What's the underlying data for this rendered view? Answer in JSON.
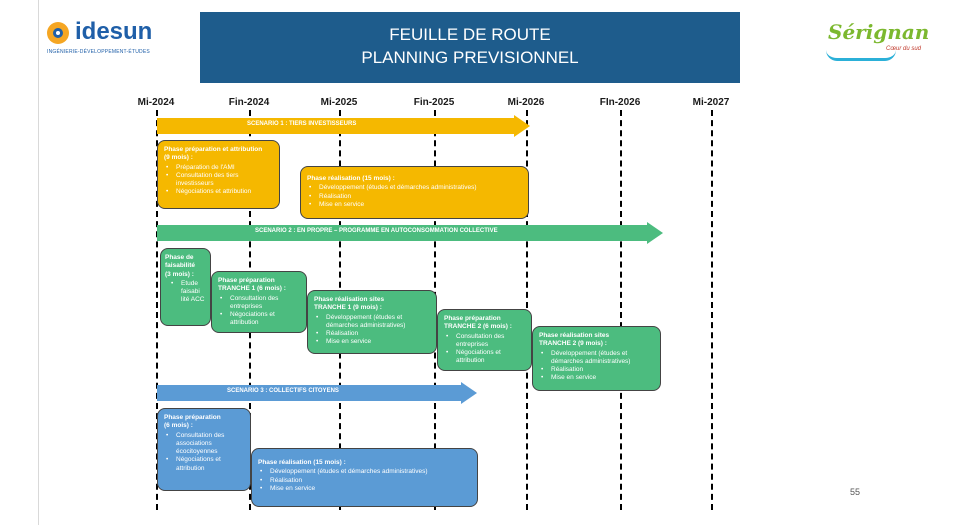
{
  "header": {
    "title_line1": "FEUILLE DE ROUTE",
    "title_line2": "PLANNING PREVISIONNEL",
    "logo_left": {
      "name": "idesun",
      "tagline": "INGÉNIERIE-DÉVELOPPEMENT-ÉTUDES"
    },
    "logo_right": {
      "name": "Sérignan",
      "tagline": "Cœur du sud"
    }
  },
  "timeline": {
    "columns": [
      "Mi-2024",
      "Fin-2024",
      "Mi-2025",
      "Fin-2025",
      "Mi-2026",
      "FIn-2026",
      "Mi-2027"
    ]
  },
  "scenarios": [
    {
      "label": "SCENARIO 1 : TIERS INVESTISSEURS",
      "color": "#f5b800"
    },
    {
      "label": "SCENARIO 2 : EN PROPRE – PROGRAMME EN AUTOCONSOMMATION COLLECTIVE",
      "color": "#4cbc7f"
    },
    {
      "label": "SCENARIO 3 : COLLECTIFS CITOYENS",
      "color": "#5b9bd5"
    }
  ],
  "phases": {
    "s1_prep": {
      "title": "Phase  préparation  et attribution\n(9 mois) :",
      "items": [
        "Préparation de l'AMI",
        "Consultation des tiers investisseurs",
        "Négociations et attribution"
      ]
    },
    "s1_real": {
      "title": "Phase réalisation (15 mois) :",
      "items": [
        "Développement (études et démarches administratives)",
        "Réalisation",
        "Mise en service"
      ]
    },
    "s2_fais": {
      "title": "Phase de\nfaisabilité\n(3 mois) :",
      "items": [
        "Etude faisabi lité ACC"
      ]
    },
    "s2_prep1": {
      "title": "Phase préparation\nTRANCHE 1 (6 mois) :",
      "items": [
        "Consultation des entreprises",
        "Négociations et attribution"
      ]
    },
    "s2_real1": {
      "title": "Phase réalisation sites\nTRANCHE 1 (9 mois) :",
      "items": [
        "Développement (études et démarches administratives)",
        "Réalisation",
        "Mise en service"
      ]
    },
    "s2_prep2": {
      "title": "Phase  préparation\nTRANCHE 2 (6 mois) :",
      "items": [
        "Consultation des entreprises",
        "Négociations et attribution"
      ]
    },
    "s2_real2": {
      "title": "Phase réalisation sites\nTRANCHE 2 (9 mois) :",
      "items": [
        "Développement (études et démarches administratives)",
        "Réalisation",
        "Mise en service"
      ]
    },
    "s3_prep": {
      "title": "Phase préparation\n(6 mois) :",
      "items": [
        "Consultation des associations écocitoyennes",
        "Négociations et attribution"
      ]
    },
    "s3_real": {
      "title": "Phase réalisation (15 mois) :",
      "items": [
        "Développement (études et démarches administratives)",
        "Réalisation",
        "Mise en service"
      ]
    }
  },
  "page_number": "55"
}
